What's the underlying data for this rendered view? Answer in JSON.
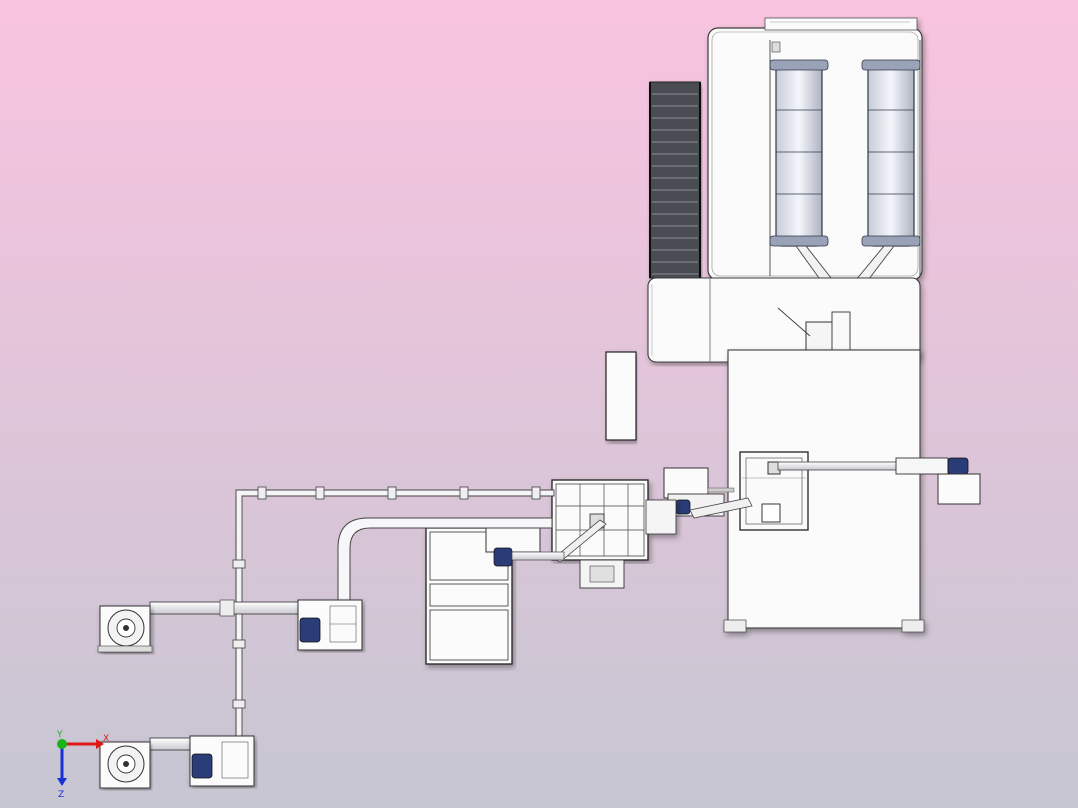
{
  "viewport": {
    "background_top": "#f9c4e0",
    "background_bottom": "#c6c6d2"
  },
  "model_colors": {
    "body": "#fbfbfb",
    "edge": "#3c3c3c",
    "dark_panel": "#4a4d52",
    "motor_blue": "#2a3c78"
  },
  "triad": {
    "x_label": "X",
    "y_label": "Y",
    "z_label": "Z",
    "x_color": "#e01818",
    "y_color": "#18b418",
    "z_color": "#1830d8"
  }
}
